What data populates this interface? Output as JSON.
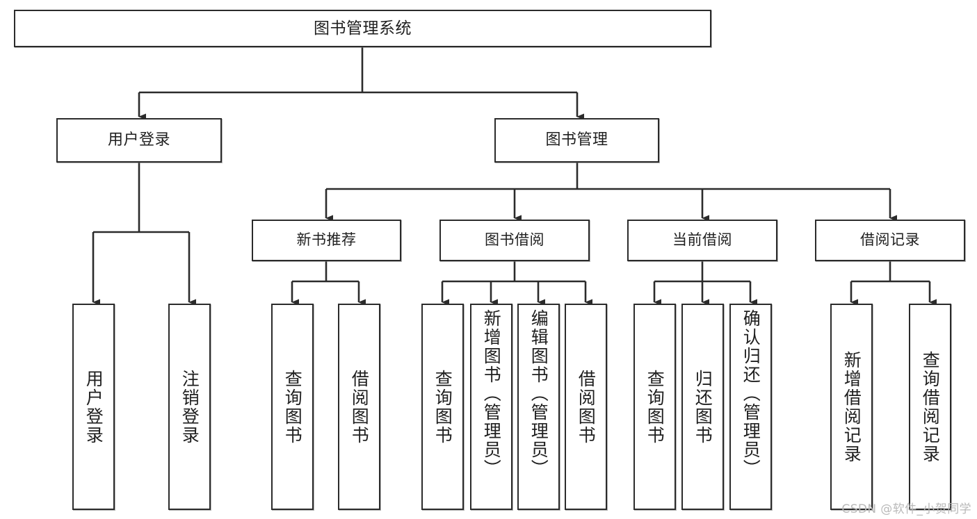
{
  "diagram": {
    "title": "图书管理系统",
    "type": "tree-hierarchy",
    "watermark": "CSDN @软件_小贺同学",
    "accent_color": "#2b2b2b",
    "background_color": "#ffffff"
  },
  "root": {
    "label": "图书管理系统"
  },
  "level2": [
    {
      "label": "用户登录"
    },
    {
      "label": "图书管理"
    }
  ],
  "level3": [
    {
      "label": "新书推荐"
    },
    {
      "label": "图书借阅"
    },
    {
      "label": "当前借阅"
    },
    {
      "label": "借阅记录"
    }
  ],
  "leaves": {
    "user_login": [
      {
        "label": "用户登录"
      },
      {
        "label": "注销登录"
      }
    ],
    "new_book_recommend": [
      {
        "label": "查询图书"
      },
      {
        "label": "借阅图书"
      }
    ],
    "book_borrow": [
      {
        "label": "查询图书"
      },
      {
        "label": "新增图书（管理员）"
      },
      {
        "label": "编辑图书（管理员）"
      },
      {
        "label": "借阅图书"
      }
    ],
    "current_borrow": [
      {
        "label": "查询图书"
      },
      {
        "label": "归还图书"
      },
      {
        "label": "确认归还（管理员）"
      }
    ],
    "borrow_record": [
      {
        "label": "新增借阅记录"
      },
      {
        "label": "查询借阅记录"
      }
    ]
  }
}
